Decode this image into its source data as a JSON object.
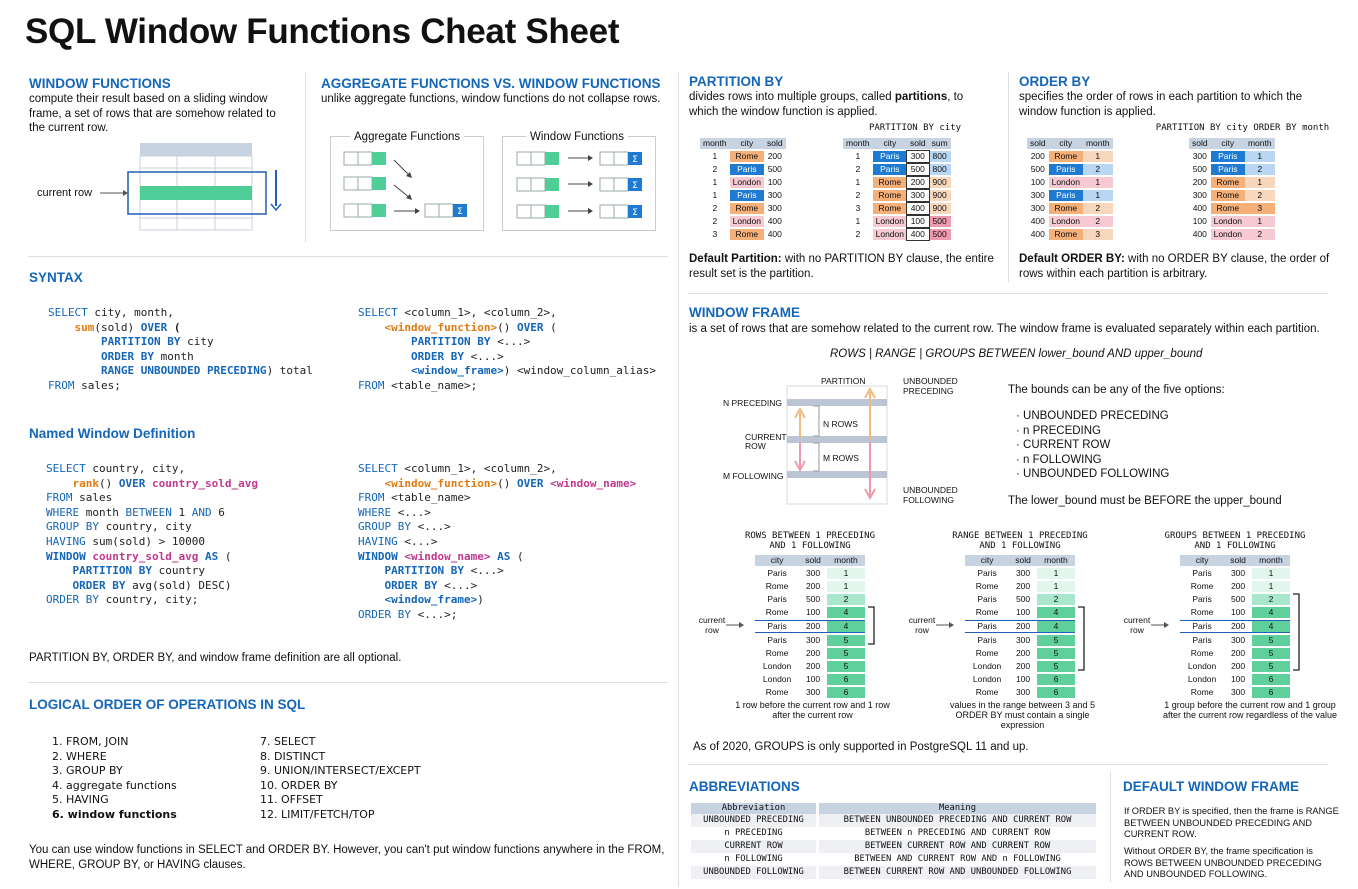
{
  "title": "SQL Window Functions Cheat Sheet",
  "wf": {
    "heading": "WINDOW FUNCTIONS",
    "desc": "compute their result based on a sliding window frame, a set of rows that are somehow related to the current row.",
    "current_row": "current row"
  },
  "agg": {
    "heading": "AGGREGATE FUNCTIONS VS. WINDOW FUNCTIONS",
    "desc": "unlike aggregate functions, window functions do not collapse rows.",
    "box1": "Aggregate Functions",
    "box2": "Window Functions",
    "sigma": "Σ"
  },
  "syntax": {
    "heading": "SYNTAX"
  },
  "named": {
    "heading": "Named Window Definition",
    "optional_note": "PARTITION BY, ORDER BY, and window frame definition are all optional."
  },
  "logical": {
    "heading": "LOGICAL ORDER OF OPERATIONS IN SQL",
    "left": [
      "1.   FROM, JOIN",
      "2.   WHERE",
      "3.   GROUP BY",
      "4.   aggregate functions",
      "5.   HAVING",
      "6.   window functions"
    ],
    "right": [
      "7.   SELECT",
      "8.   DISTINCT",
      "9.   UNION/INTERSECT/EXCEPT",
      "10.  ORDER BY",
      "11.  OFFSET",
      "12.  LIMIT/FETCH/TOP"
    ],
    "note": "You can use window functions in SELECT and ORDER BY. However, you can't put window functions anywhere in the FROM, WHERE, GROUP BY, or HAVING clauses."
  },
  "partition": {
    "heading": "PARTITION BY",
    "desc_a": "divides rows into multiple groups, called ",
    "desc_b": "partitions",
    "desc_c": ", to which the window function is applied.",
    "table_title": "PARTITION BY city",
    "cols1": [
      "month",
      "city",
      "sold"
    ],
    "rows1": [
      [
        "1",
        "Rome",
        "200"
      ],
      [
        "2",
        "Paris",
        "500"
      ],
      [
        "1",
        "London",
        "100"
      ],
      [
        "1",
        "Paris",
        "300"
      ],
      [
        "2",
        "Rome",
        "300"
      ],
      [
        "2",
        "London",
        "400"
      ],
      [
        "3",
        "Rome",
        "400"
      ]
    ],
    "cols2": [
      "month",
      "city",
      "sold",
      "sum"
    ],
    "rows2": [
      [
        "1",
        "Paris",
        "300",
        "800"
      ],
      [
        "2",
        "Paris",
        "500",
        "800"
      ],
      [
        "1",
        "Rome",
        "200",
        "900"
      ],
      [
        "2",
        "Rome",
        "300",
        "900"
      ],
      [
        "3",
        "Rome",
        "400",
        "900"
      ],
      [
        "1",
        "London",
        "100",
        "500"
      ],
      [
        "2",
        "London",
        "400",
        "500"
      ]
    ],
    "default_b": "Default Partition:",
    "default_t": " with no PARTITION BY clause, the entire result set is the partition."
  },
  "orderby": {
    "heading": "ORDER BY",
    "desc": "specifies the order of rows in each partition to which the window function is applied.",
    "table_title": "PARTITION BY city ORDER BY month",
    "cols1": [
      "sold",
      "city",
      "month"
    ],
    "rows1": [
      [
        "200",
        "Rome",
        "1"
      ],
      [
        "500",
        "Paris",
        "2"
      ],
      [
        "100",
        "London",
        "1"
      ],
      [
        "300",
        "Paris",
        "1"
      ],
      [
        "300",
        "Rome",
        "2"
      ],
      [
        "400",
        "London",
        "2"
      ],
      [
        "400",
        "Rome",
        "3"
      ]
    ],
    "cols2": [
      "sold",
      "city",
      "month"
    ],
    "rows2": [
      [
        "300",
        "Paris",
        "1"
      ],
      [
        "500",
        "Paris",
        "2"
      ],
      [
        "200",
        "Rome",
        "1"
      ],
      [
        "300",
        "Rome",
        "2"
      ],
      [
        "400",
        "Rome",
        "3"
      ],
      [
        "100",
        "London",
        "1"
      ],
      [
        "400",
        "London",
        "2"
      ]
    ],
    "default_b": "Default ORDER BY:",
    "default_t": " with no ORDER BY clause, the order of rows within each partition is arbitrary."
  },
  "frame": {
    "heading": "WINDOW FRAME",
    "desc": "is a set of rows that are somehow related to the current row. The window frame is evaluated separately within each partition.",
    "syntax": "ROWS | RANGE | GROUPS BETWEEN lower_bound AND upper_bound",
    "lbl_partition": "PARTITION",
    "lbl_unb_prec": "UNBOUNDED PRECEDING",
    "lbl_n_prec": "N PRECEDING",
    "lbl_current": "CURRENT ROW",
    "lbl_m_follow": "M FOLLOWING",
    "lbl_n_rows": "N ROWS",
    "lbl_m_rows": "M ROWS",
    "lbl_unb_follow": "UNBOUNDED FOLLOWING",
    "bounds_title": "The bounds can be any of the five options:",
    "bounds": [
      "UNBOUNDED PRECEDING",
      "n PRECEDING",
      "CURRENT ROW",
      "n FOLLOWING",
      "UNBOUNDED FOLLOWING"
    ],
    "bounds_note": "The lower_bound must be BEFORE the upper_bound",
    "groups_note": "As of 2020, GROUPS is only supported in PostgreSQL 11 and up."
  },
  "ex": [
    {
      "title": "ROWS BETWEEN 1 PRECEDING AND 1 FOLLOWING",
      "caption": "1 row before the current row and 1 row after the current row"
    },
    {
      "title": "RANGE BETWEEN 1 PRECEDING AND 1 FOLLOWING",
      "caption": "values in the range between 3 and 5 ORDER BY must contain a single expression"
    },
    {
      "title": "GROUPS BETWEEN 1 PRECEDING AND 1 FOLLOWING",
      "caption": "1 group before the current row and 1 group after the current row regardless of the value"
    }
  ],
  "ex_table": {
    "cols": [
      "city",
      "sold",
      "month"
    ],
    "rows": [
      [
        "Paris",
        "300",
        "1"
      ],
      [
        "Rome",
        "200",
        "1"
      ],
      [
        "Paris",
        "500",
        "2"
      ],
      [
        "Rome",
        "100",
        "4"
      ],
      [
        "Paris",
        "200",
        "4"
      ],
      [
        "Paris",
        "300",
        "5"
      ],
      [
        "Rome",
        "200",
        "5"
      ],
      [
        "London",
        "200",
        "5"
      ],
      [
        "London",
        "100",
        "6"
      ],
      [
        "Rome",
        "300",
        "6"
      ]
    ]
  },
  "abbr": {
    "heading": "ABBREVIATIONS",
    "col1": "Abbreviation",
    "col2": "Meaning",
    "rows": [
      [
        "UNBOUNDED PRECEDING",
        "BETWEEN UNBOUNDED PRECEDING AND CURRENT ROW"
      ],
      [
        "n PRECEDING",
        "BETWEEN n PRECEDING AND CURRENT ROW"
      ],
      [
        "CURRENT ROW",
        "BETWEEN CURRENT ROW AND CURRENT ROW"
      ],
      [
        "n FOLLOWING",
        "BETWEEN AND CURRENT ROW AND n FOLLOWING"
      ],
      [
        "UNBOUNDED FOLLOWING",
        "BETWEEN CURRENT ROW AND UNBOUNDED FOLLOWING"
      ]
    ]
  },
  "dwf": {
    "heading": "DEFAULT WINDOW FRAME",
    "p1": "If ORDER BY is specified, then the frame is RANGE BETWEEN UNBOUNDED PRECEDING AND CURRENT ROW.",
    "p2": "Without ORDER BY, the frame specification is ROWS BETWEEN UNBOUNDED PRECEDING AND UNBOUNDED FOLLOWING."
  }
}
